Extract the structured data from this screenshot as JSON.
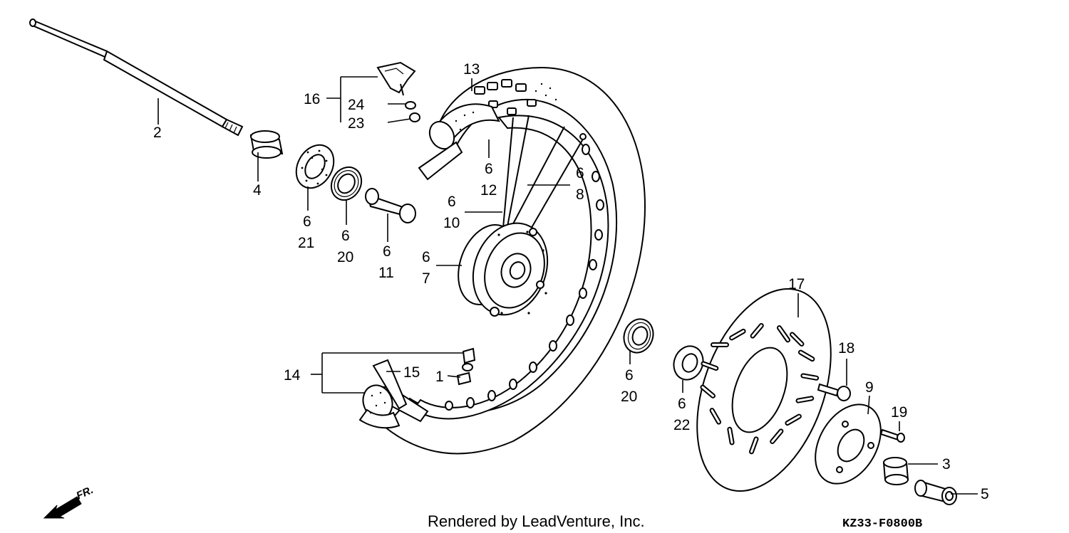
{
  "callouts": {
    "c1": "1",
    "c2": "2",
    "c3": "3",
    "c4": "4",
    "c5": "5",
    "c6_7": "6",
    "c7": "7",
    "c6_8": "6",
    "c8": "8",
    "c9": "9",
    "c6_10": "6",
    "c10": "10",
    "c6_11": "6",
    "c11": "11",
    "c6_12": "6",
    "c12": "12",
    "c13": "13",
    "c14": "14",
    "c15": "15",
    "c16": "16",
    "c17": "17",
    "c18": "18",
    "c19": "19",
    "c6_20a": "6",
    "c20a": "20",
    "c6_20b": "6",
    "c20b": "20",
    "c6_21": "6",
    "c21": "21",
    "c6_22": "6",
    "c22": "22",
    "c23": "23",
    "c24": "24"
  },
  "direction_label": "FR.",
  "footer": {
    "credit": "Rendered by LeadVenture, Inc.",
    "code": "KZ33-F0800B"
  }
}
